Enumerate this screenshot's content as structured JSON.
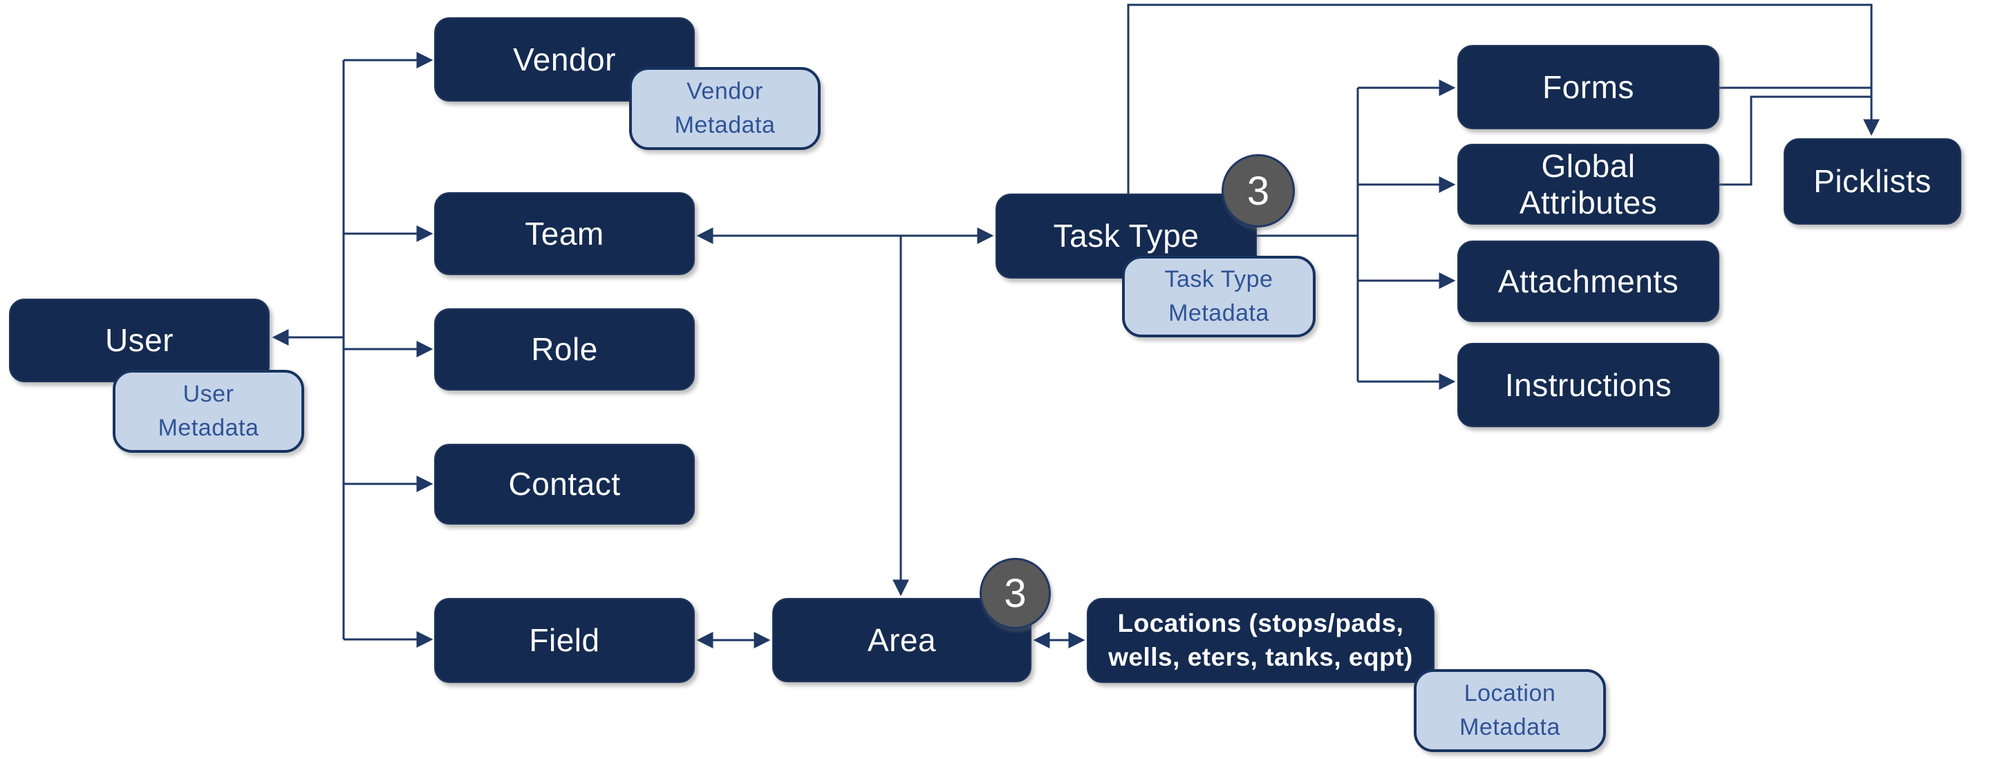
{
  "diagram": {
    "colors": {
      "node_fill": "#142a50",
      "node_text": "#ffffff",
      "metadata_fill": "#c6d4e8",
      "metadata_text": "#2f5496",
      "metadata_border": "#17335f",
      "badge_fill": "#595959",
      "badge_text": "#ffffff",
      "connector": "#1f3864"
    },
    "nodes": [
      {
        "id": "user",
        "kind": "entity",
        "label": "User",
        "lines": [
          "User"
        ]
      },
      {
        "id": "vendor",
        "kind": "entity",
        "label": "Vendor",
        "lines": [
          "Vendor"
        ]
      },
      {
        "id": "team",
        "kind": "entity",
        "label": "Team",
        "lines": [
          "Team"
        ]
      },
      {
        "id": "role",
        "kind": "entity",
        "label": "Role",
        "lines": [
          "Role"
        ]
      },
      {
        "id": "contact",
        "kind": "entity",
        "label": "Contact",
        "lines": [
          "Contact"
        ]
      },
      {
        "id": "field",
        "kind": "entity",
        "label": "Field",
        "lines": [
          "Field"
        ]
      },
      {
        "id": "task-type",
        "kind": "entity",
        "label": "Task Type",
        "lines": [
          "Task Type"
        ]
      },
      {
        "id": "area",
        "kind": "entity",
        "label": "Area",
        "lines": [
          "Area"
        ]
      },
      {
        "id": "locations",
        "kind": "entity",
        "small": true,
        "label": "Locations (stops/pads, wells, eters, tanks, eqpt)",
        "lines": [
          "Locations (stops/pads,",
          "wells, eters, tanks, eqpt)"
        ]
      },
      {
        "id": "forms",
        "kind": "entity",
        "label": "Forms",
        "lines": [
          "Forms"
        ]
      },
      {
        "id": "global-attributes",
        "kind": "entity",
        "label": "Global Attributes",
        "lines": [
          "Global",
          "Attributes"
        ]
      },
      {
        "id": "attachments",
        "kind": "entity",
        "label": "Attachments",
        "lines": [
          "Attachments"
        ]
      },
      {
        "id": "instructions",
        "kind": "entity",
        "label": "Instructions",
        "lines": [
          "Instructions"
        ]
      },
      {
        "id": "picklists",
        "kind": "entity",
        "label": "Picklists",
        "lines": [
          "Picklists"
        ]
      },
      {
        "id": "user-metadata",
        "kind": "metadata",
        "label": "User Metadata",
        "lines": [
          "User",
          "Metadata"
        ]
      },
      {
        "id": "vendor-metadata",
        "kind": "metadata",
        "label": "Vendor Metadata",
        "lines": [
          "Vendor",
          "Metadata"
        ]
      },
      {
        "id": "task-type-metadata",
        "kind": "metadata",
        "label": "Task Type Metadata",
        "lines": [
          "Task Type",
          "Metadata"
        ]
      },
      {
        "id": "location-metadata",
        "kind": "metadata",
        "label": "Location Metadata",
        "lines": [
          "Location",
          "Metadata"
        ]
      }
    ],
    "badges": [
      {
        "id": "task-type-badge",
        "node": "task-type",
        "value": "3"
      },
      {
        "id": "area-badge",
        "node": "area",
        "value": "3"
      }
    ],
    "connections": [
      {
        "id": "edge-hub-user",
        "from": "hub",
        "to": "User",
        "arrowheads": "end"
      },
      {
        "id": "edge-hub-vendor",
        "from": "hub",
        "to": "Vendor",
        "arrowheads": "end"
      },
      {
        "id": "edge-hub-team",
        "from": "hub",
        "to": "Team",
        "arrowheads": "end"
      },
      {
        "id": "edge-hub-role",
        "from": "hub",
        "to": "Role",
        "arrowheads": "end"
      },
      {
        "id": "edge-hub-contact",
        "from": "hub",
        "to": "Contact",
        "arrowheads": "end"
      },
      {
        "id": "edge-hub-field",
        "from": "hub",
        "to": "Field",
        "arrowheads": "end"
      },
      {
        "id": "edge-team-task-type",
        "from": "Team",
        "to": "Task Type",
        "arrowheads": "both"
      },
      {
        "id": "edge-task-type-area",
        "from": "Task Type",
        "to": "Area",
        "arrowheads": "end"
      },
      {
        "id": "edge-field-area",
        "from": "Field",
        "to": "Area",
        "arrowheads": "both"
      },
      {
        "id": "edge-area-locations",
        "from": "Area",
        "to": "Locations",
        "arrowheads": "both"
      },
      {
        "id": "edge-task-type-forms",
        "from": "Task Type",
        "to": "Forms",
        "arrowheads": "end"
      },
      {
        "id": "edge-task-type-global-attributes",
        "from": "Task Type",
        "to": "Global Attributes",
        "arrowheads": "end"
      },
      {
        "id": "edge-task-type-attachments",
        "from": "Task Type",
        "to": "Attachments",
        "arrowheads": "end"
      },
      {
        "id": "edge-task-type-instructions",
        "from": "Task Type",
        "to": "Instructions",
        "arrowheads": "end"
      },
      {
        "id": "edge-task-type-picklists",
        "from": "Task Type",
        "to": "Picklists",
        "arrowheads": "end"
      },
      {
        "id": "edge-forms-picklists",
        "from": "Forms",
        "to": "Picklists",
        "arrowheads": "none"
      },
      {
        "id": "edge-global-attributes-picklists",
        "from": "Global Attributes",
        "to": "Picklists",
        "arrowheads": "none"
      }
    ]
  }
}
